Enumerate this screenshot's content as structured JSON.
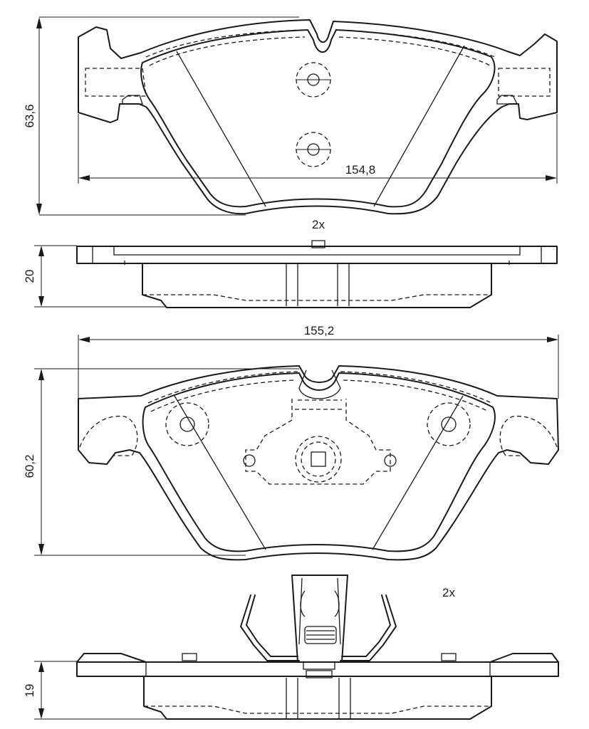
{
  "dimensions": {
    "pad1_height": "63,6",
    "pad1_width": "154,8",
    "pad1_thickness": "20",
    "pad2_width": "155,2",
    "pad2_height": "60,2",
    "pad2_thickness": "19"
  },
  "quantity": {
    "pad1": "2x",
    "pad2": "2x"
  },
  "colors": {
    "line": "#1a1a1a",
    "background": "#ffffff"
  }
}
